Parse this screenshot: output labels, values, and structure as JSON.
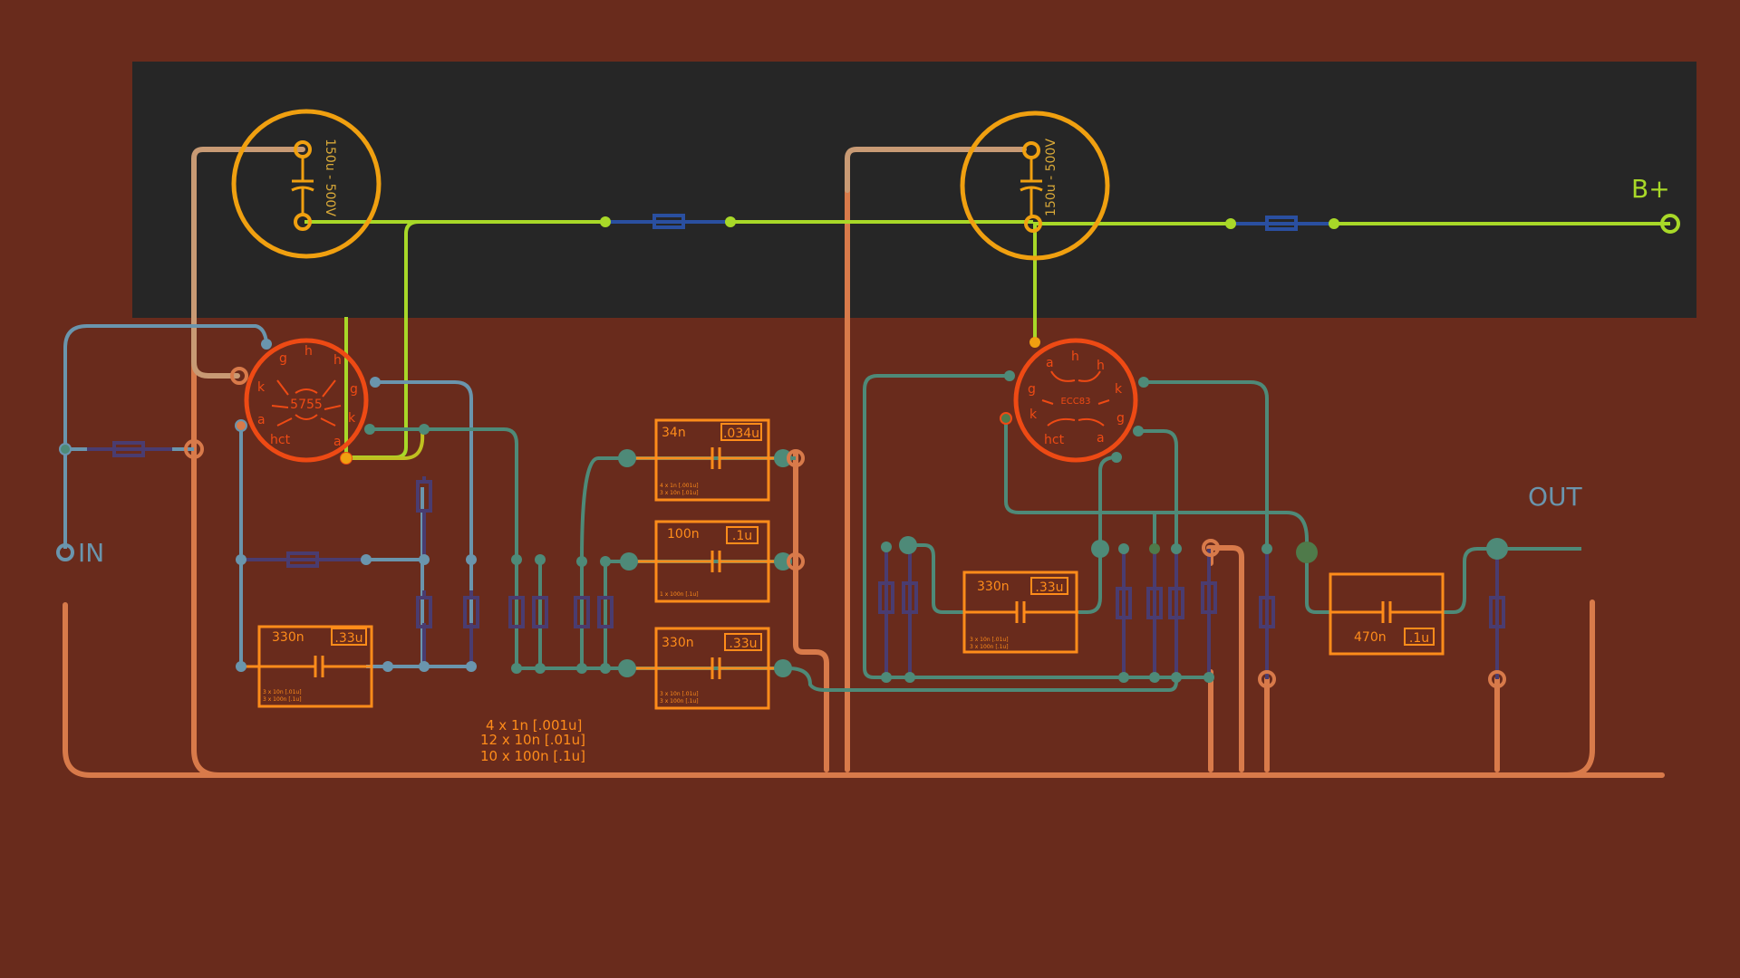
{
  "colors": {
    "background": "#692b1c",
    "supply_panel": "#262626",
    "b_plus": "#a8d828",
    "ground": "#d87a4a",
    "valve": "#ee4a14",
    "cap": "#f0a010",
    "box": "#ff8c1a",
    "input_wire": "#6a95ad",
    "signal_wire": "#4e8a78",
    "resistor": "#4a3c70",
    "grid_wire": "#4f7a4a",
    "label_blue": "#6a95ad",
    "cap_text": "#d8a838"
  },
  "terminals": {
    "input": "IN",
    "output": "OUT",
    "supply": "B+"
  },
  "supply_caps": [
    {
      "label": "150u - 500V"
    },
    {
      "label": "150u - 500V"
    }
  ],
  "valves": [
    {
      "type": "5755",
      "pin_labels": [
        "g",
        "h",
        "h",
        "g",
        "k",
        "k",
        "a",
        "a",
        "hct"
      ]
    },
    {
      "type": "ECC83",
      "pin_labels": [
        "a",
        "h",
        "h",
        "g",
        "k",
        "k",
        "g",
        "a",
        "hct"
      ]
    }
  ],
  "cap_boxes": [
    {
      "value": "330n",
      "tag": ".33u",
      "note1": "3 x 10n  [.01u]",
      "note2": "3 x 100n  [.1u]"
    },
    {
      "value": "34n",
      "tag": ".034u",
      "note1": "4 x 1n  [.001u]",
      "note2": "3 x 10n  [.01u]"
    },
    {
      "value": "100n",
      "tag": ".1u",
      "note1": "1 x 100n  [.1u]",
      "note2": ""
    },
    {
      "value": "330n",
      "tag": ".33u",
      "note1": "3 x 10n  [.01u]",
      "note2": "3 x 100n  [.1u]"
    },
    {
      "value": "330n",
      "tag": ".33u",
      "note1": "3 x 10n  [.01u]",
      "note2": "3 x 100n  [.1u]"
    },
    {
      "value": "470n",
      "tag": ".1u",
      "note1": "",
      "note2": ""
    }
  ],
  "parts_notes": [
    "4  x  1n    [.001u]",
    "12  x  10n    [.01u]",
    "10  x  100n    [.1u]"
  ]
}
